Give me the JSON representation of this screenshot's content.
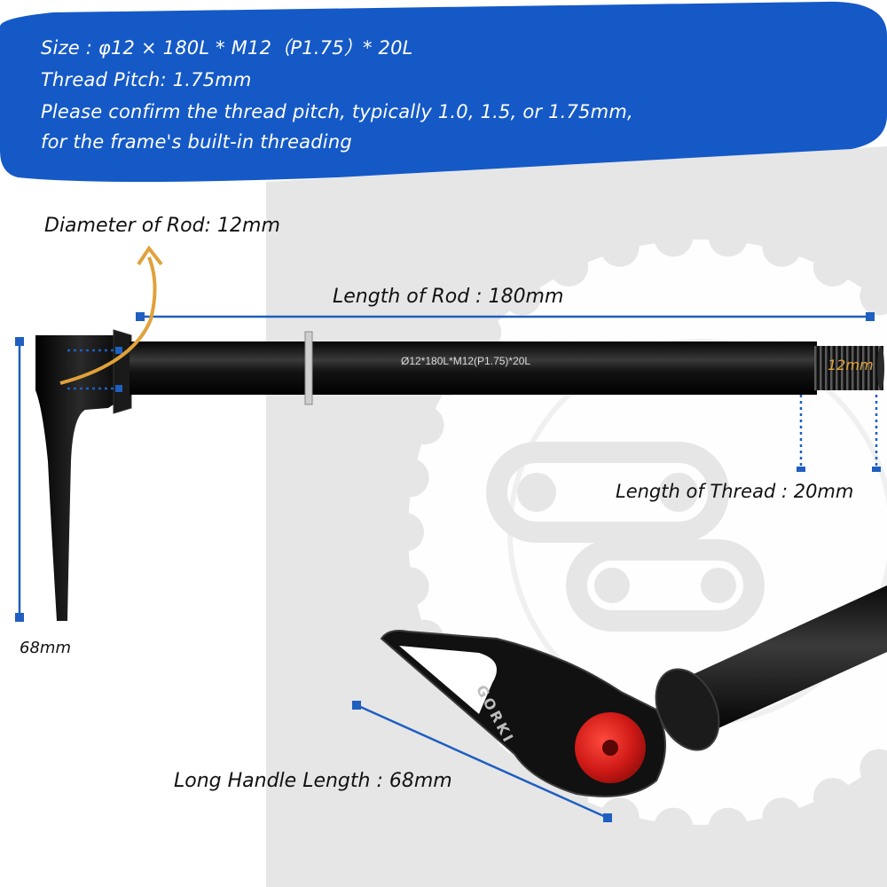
{
  "banner": {
    "size_line": "Size : φ12 × 180L * M12（P1.75）* 20L",
    "pitch_line": "Thread Pitch: 1.75mm",
    "note_line1": "Please confirm the thread pitch, typically 1.0, 1.5, or 1.75mm,",
    "note_line2": "for the frame's built-in threading"
  },
  "labels": {
    "diameter": "Diameter of Rod: 12mm",
    "rod_length": "Length of Rod : 180mm",
    "thread_length": "Length of Thread : 20mm",
    "thread_diameter": "12mm",
    "handle_height": "68mm",
    "long_handle": "Long Handle Length : 68mm"
  },
  "product": {
    "rod_engraving": "Ø12*180L*M12(P1.75)*20L",
    "brand": "GORKI"
  },
  "colors": {
    "banner_blue": "#1559c7",
    "dimension_blue": "#1e5fc0",
    "accent_gold": "#e0a23a",
    "cap_red": "#d8191d",
    "metal_black": "#0d0d0d",
    "background_gray": "#e6e6e6"
  }
}
